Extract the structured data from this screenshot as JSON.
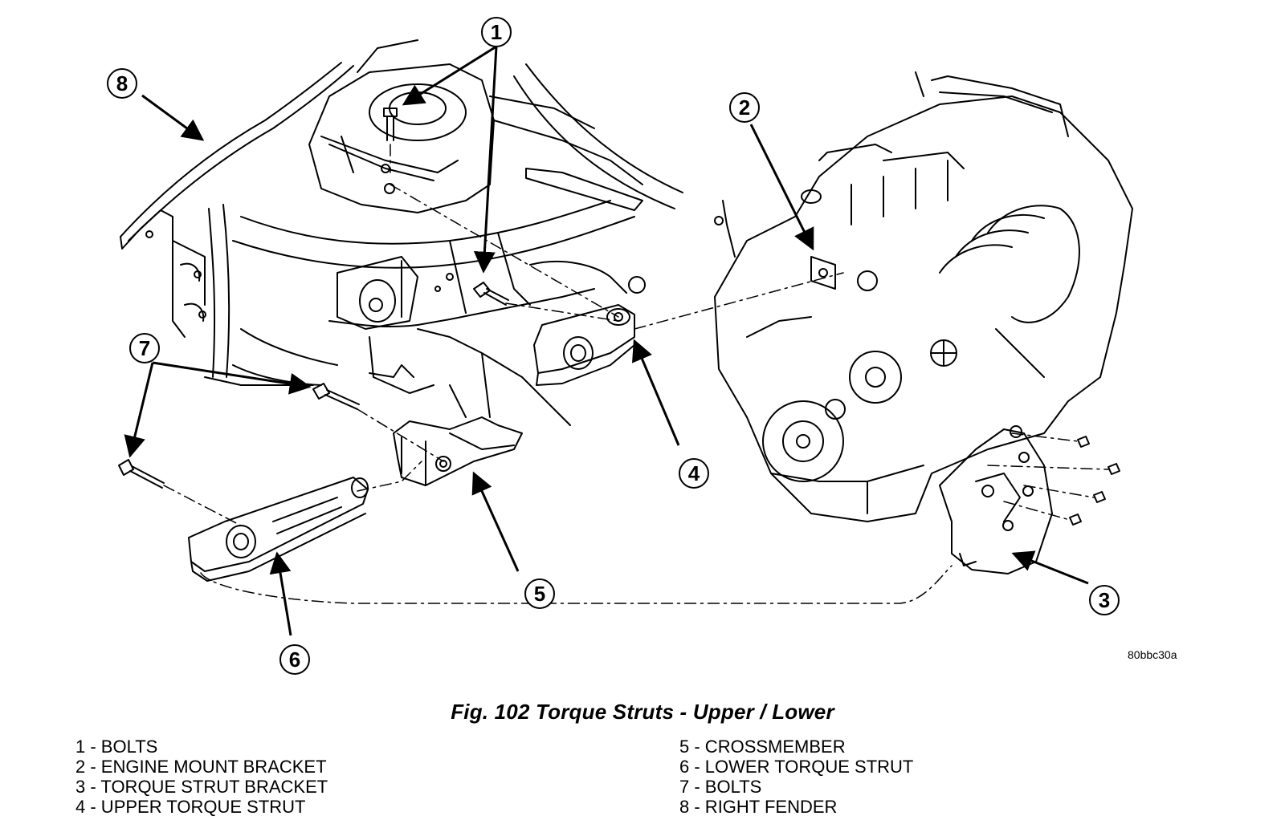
{
  "figure_code": "80bbc30a",
  "caption": "Fig. 102 Torque Struts - Upper / Lower",
  "callouts": [
    "1",
    "2",
    "3",
    "4",
    "5",
    "6",
    "7",
    "8"
  ],
  "legend_left": [
    {
      "num": "1",
      "text": " - BOLTS"
    },
    {
      "num": "2",
      "text": " - ENGINE MOUNT BRACKET"
    },
    {
      "num": "3",
      "text": " - TORQUE STRUT BRACKET"
    },
    {
      "num": "4",
      "text": " - UPPER TORQUE STRUT"
    }
  ],
  "legend_right": [
    {
      "num": "5",
      "text": " - CROSSMEMBER"
    },
    {
      "num": "6",
      "text": " - LOWER TORQUE STRUT"
    },
    {
      "num": "7",
      "text": " - BOLTS"
    },
    {
      "num": "8",
      "text": " - RIGHT FENDER"
    }
  ]
}
